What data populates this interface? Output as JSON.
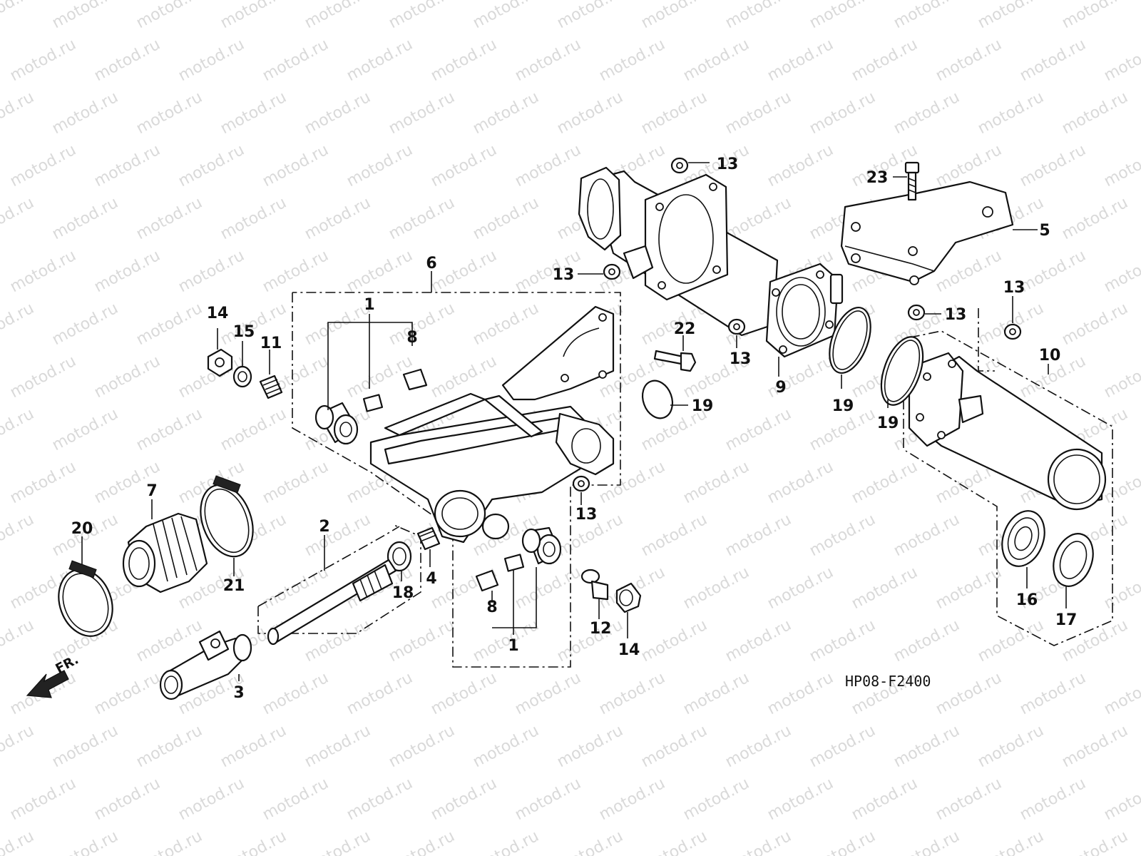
{
  "watermark": {
    "text": "motod.ru"
  },
  "drawing_code": "HP08-F2400",
  "front_marker": {
    "label": "FR."
  },
  "callouts": [
    {
      "id": "c1a",
      "label": "1"
    },
    {
      "id": "c1b",
      "label": "1"
    },
    {
      "id": "c2",
      "label": "2"
    },
    {
      "id": "c3",
      "label": "3"
    },
    {
      "id": "c4",
      "label": "4"
    },
    {
      "id": "c5",
      "label": "5"
    },
    {
      "id": "c6",
      "label": "6"
    },
    {
      "id": "c7",
      "label": "7"
    },
    {
      "id": "c8a",
      "label": "8"
    },
    {
      "id": "c8b",
      "label": "8"
    },
    {
      "id": "c9",
      "label": "9"
    },
    {
      "id": "c10",
      "label": "10"
    },
    {
      "id": "c11",
      "label": "11"
    },
    {
      "id": "c12",
      "label": "12"
    },
    {
      "id": "c13a",
      "label": "13"
    },
    {
      "id": "c13b",
      "label": "13"
    },
    {
      "id": "c13c",
      "label": "13"
    },
    {
      "id": "c13d",
      "label": "13"
    },
    {
      "id": "c13e",
      "label": "13"
    },
    {
      "id": "c13f",
      "label": "13"
    },
    {
      "id": "c14a",
      "label": "14"
    },
    {
      "id": "c14b",
      "label": "14"
    },
    {
      "id": "c15",
      "label": "15"
    },
    {
      "id": "c16",
      "label": "16"
    },
    {
      "id": "c17",
      "label": "17"
    },
    {
      "id": "c18",
      "label": "18"
    },
    {
      "id": "c19a",
      "label": "19"
    },
    {
      "id": "c19b",
      "label": "19"
    },
    {
      "id": "c19c",
      "label": "19"
    },
    {
      "id": "c20",
      "label": "20"
    },
    {
      "id": "c21",
      "label": "21"
    },
    {
      "id": "c22",
      "label": "22"
    },
    {
      "id": "c23",
      "label": "23"
    }
  ]
}
